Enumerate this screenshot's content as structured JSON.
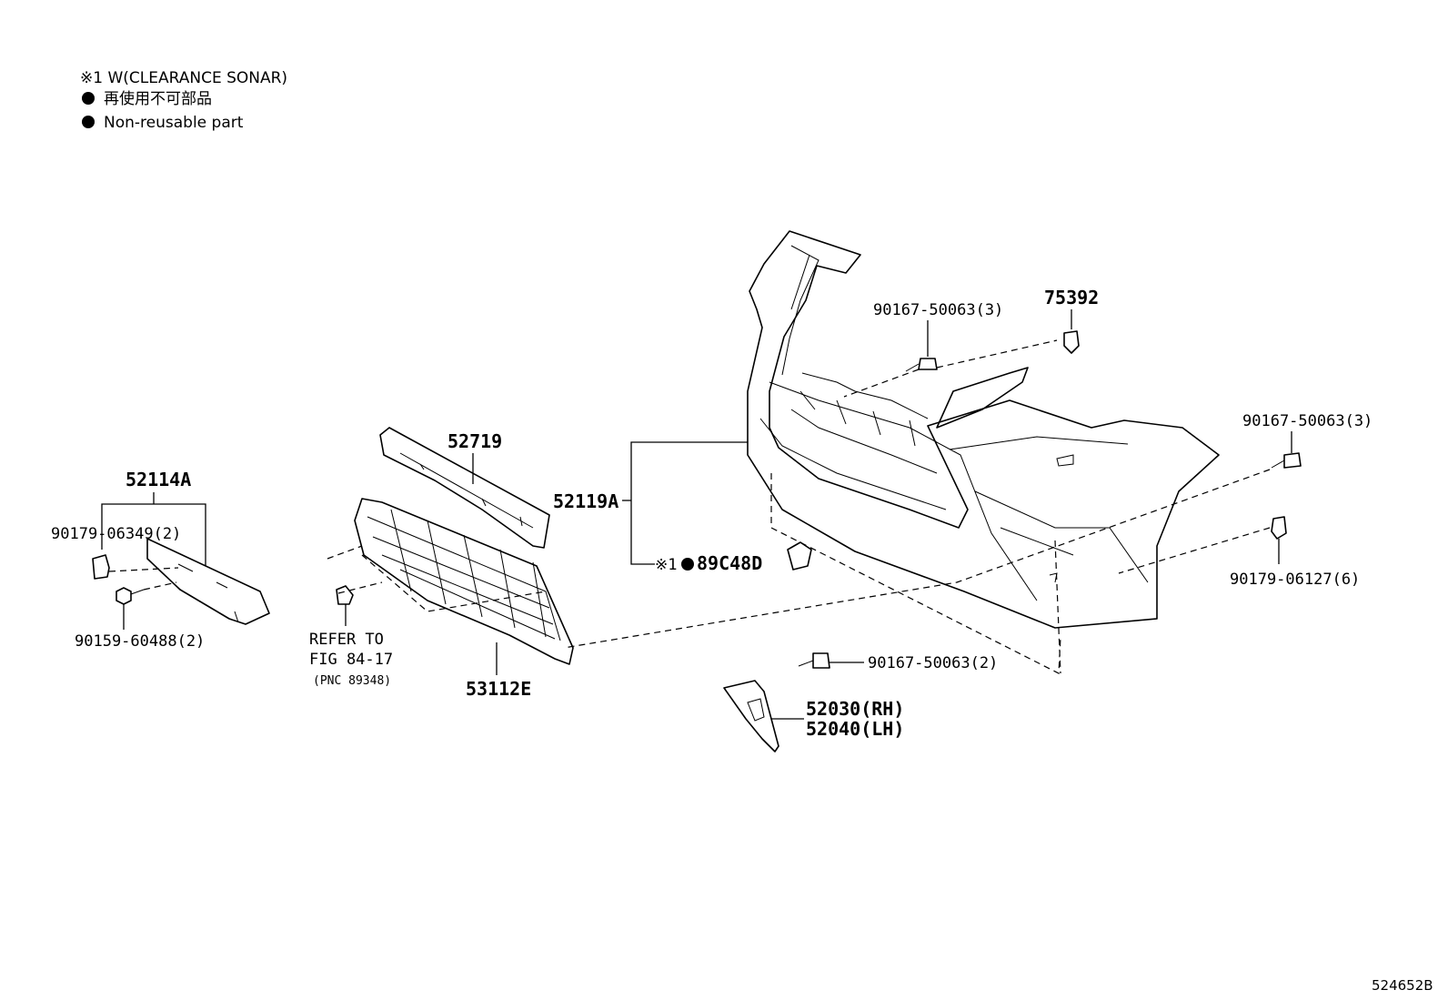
{
  "legend": {
    "note": "※1 W(CLEARANCE SONAR)",
    "non_reusable_jp": "再使用不可部品",
    "non_reusable_en": "Non-reusable part"
  },
  "parts": {
    "p52114A": "52114A",
    "p90179_06349": "90179-06349(2)",
    "p90159_60488": "90159-60488(2)",
    "p52719": "52719",
    "p53112E": "53112E",
    "p52119A": "52119A",
    "p89C48D_prefix": "※1",
    "p89C48D": "89C48D",
    "p90167_50063_top": "90167-50063(3)",
    "p75392": "75392",
    "p90167_50063_right": "90167-50063(3)",
    "p90179_06127": "90179-06127(6)",
    "p90167_50063_bottom": "90167-50063(2)",
    "p52030": "52030(RH)",
    "p52040": "52040(LH)"
  },
  "refer": {
    "line1": "REFER TO",
    "line2": "FIG 84-17",
    "line3": "(PNC 89348)"
  },
  "figure_id": "524652B"
}
